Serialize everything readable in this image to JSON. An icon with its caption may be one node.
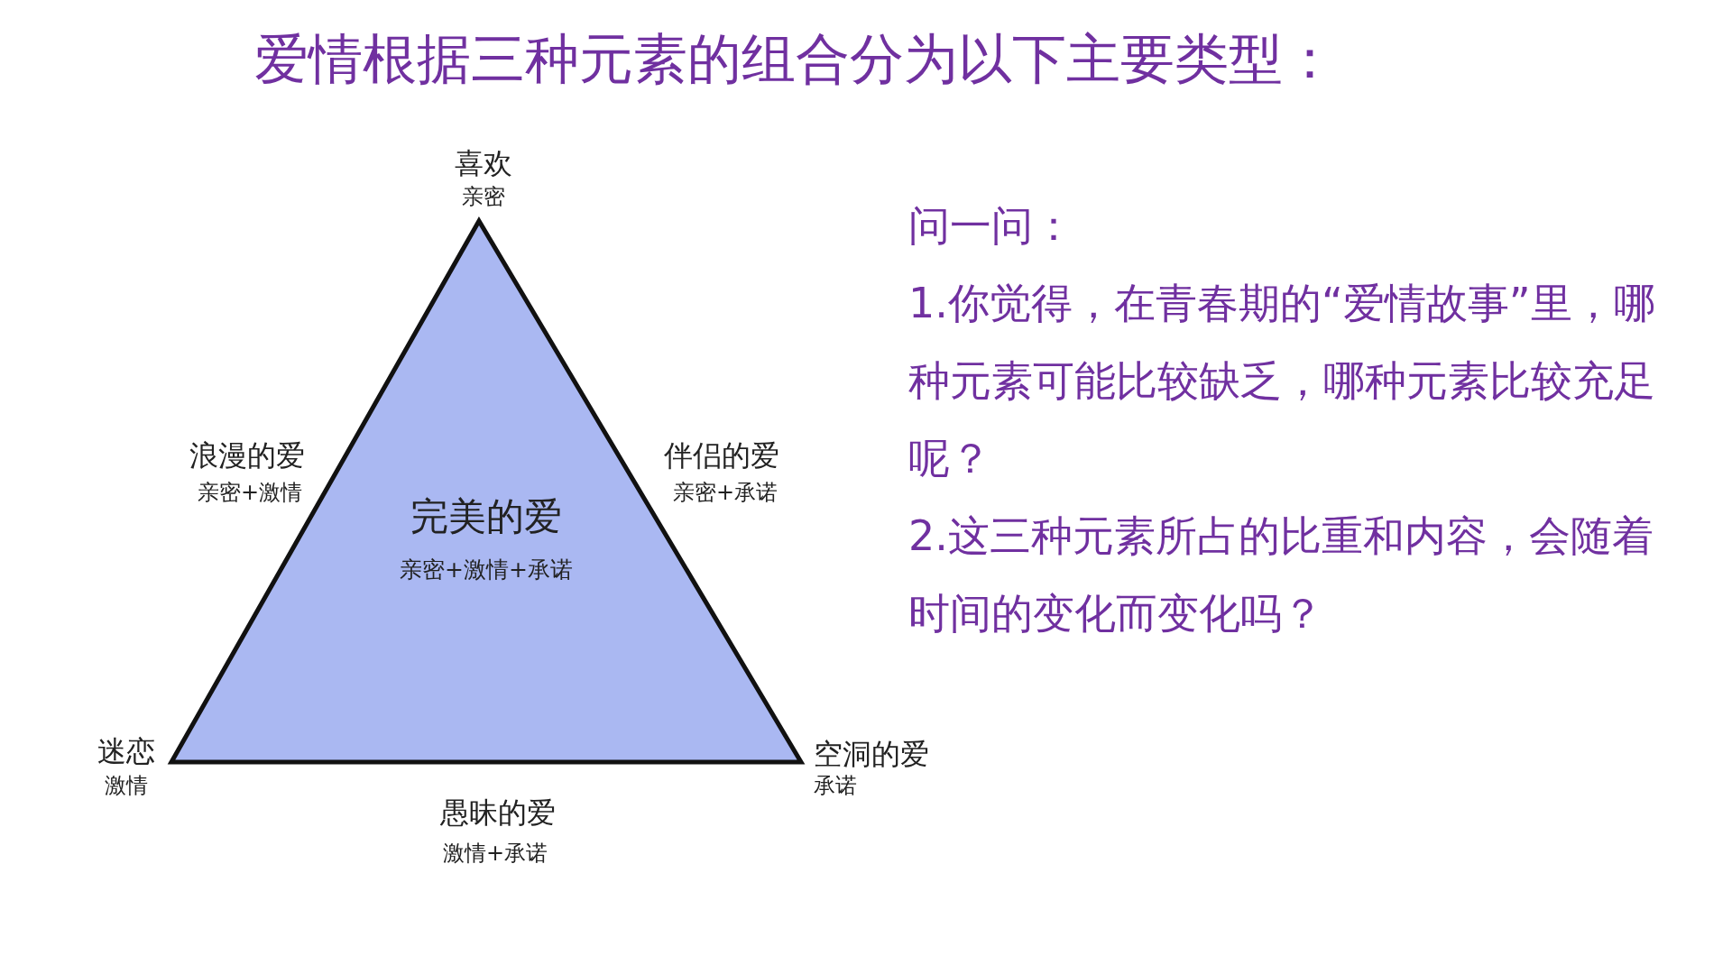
{
  "diagram": {
    "title": "爱情根据三种元素的组合分为以下主要类型：",
    "nodes": [
      {
        "text": [
          "完美的爱",
          "亲密+激情+承诺"
        ]
      }
    ],
    "labels": [
      "喜欢",
      "亲密",
      "浪漫的爱",
      "亲密+激情",
      "伴侣的爱",
      "亲密+承诺",
      "迷恋",
      "激情",
      "空洞的爱",
      "承诺",
      "愚昧的爱",
      "激情+承诺",
      "问一问：",
      "1.你觉得，在青春期的“爱情故事”里，哪种元素可能比较缺乏，哪种元素比较充足呢？",
      "2.这三种元素所占的比重和内容，会随着时间的变化而变化吗？"
    ]
  }
}
